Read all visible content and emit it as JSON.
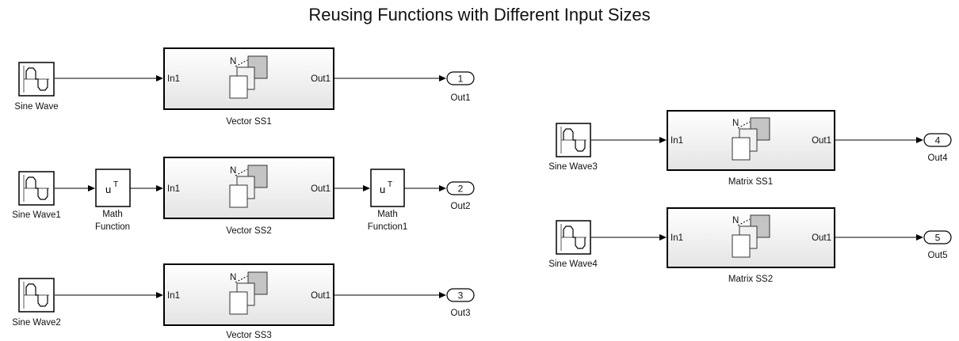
{
  "title": "Reusing Functions with Different Input Sizes",
  "sources": [
    {
      "label": "Sine Wave"
    },
    {
      "label": "Sine Wave1"
    },
    {
      "label": "Sine Wave2"
    },
    {
      "label": "Sine Wave3"
    },
    {
      "label": "Sine Wave4"
    }
  ],
  "subsystems": [
    {
      "label": "Vector SS1",
      "in": "In1",
      "out": "Out1",
      "iter": "N"
    },
    {
      "label": "Vector SS2",
      "in": "In1",
      "out": "Out1",
      "iter": "N"
    },
    {
      "label": "Vector SS3",
      "in": "In1",
      "out": "Out1",
      "iter": "N"
    },
    {
      "label": "Matrix SS1",
      "in": "In1",
      "out": "Out1",
      "iter": "N"
    },
    {
      "label": "Matrix SS2",
      "in": "In1",
      "out": "Out1",
      "iter": "N"
    }
  ],
  "math_functions": [
    {
      "label_line1": "Math",
      "label_line2": "Function",
      "symbol": "u",
      "sup": "T"
    },
    {
      "label_line1": "Math",
      "label_line2": "Function1",
      "symbol": "u",
      "sup": "T"
    }
  ],
  "outports": [
    {
      "number": "1",
      "label": "Out1"
    },
    {
      "number": "2",
      "label": "Out2"
    },
    {
      "number": "3",
      "label": "Out3"
    },
    {
      "number": "4",
      "label": "Out4"
    },
    {
      "number": "5",
      "label": "Out5"
    }
  ]
}
